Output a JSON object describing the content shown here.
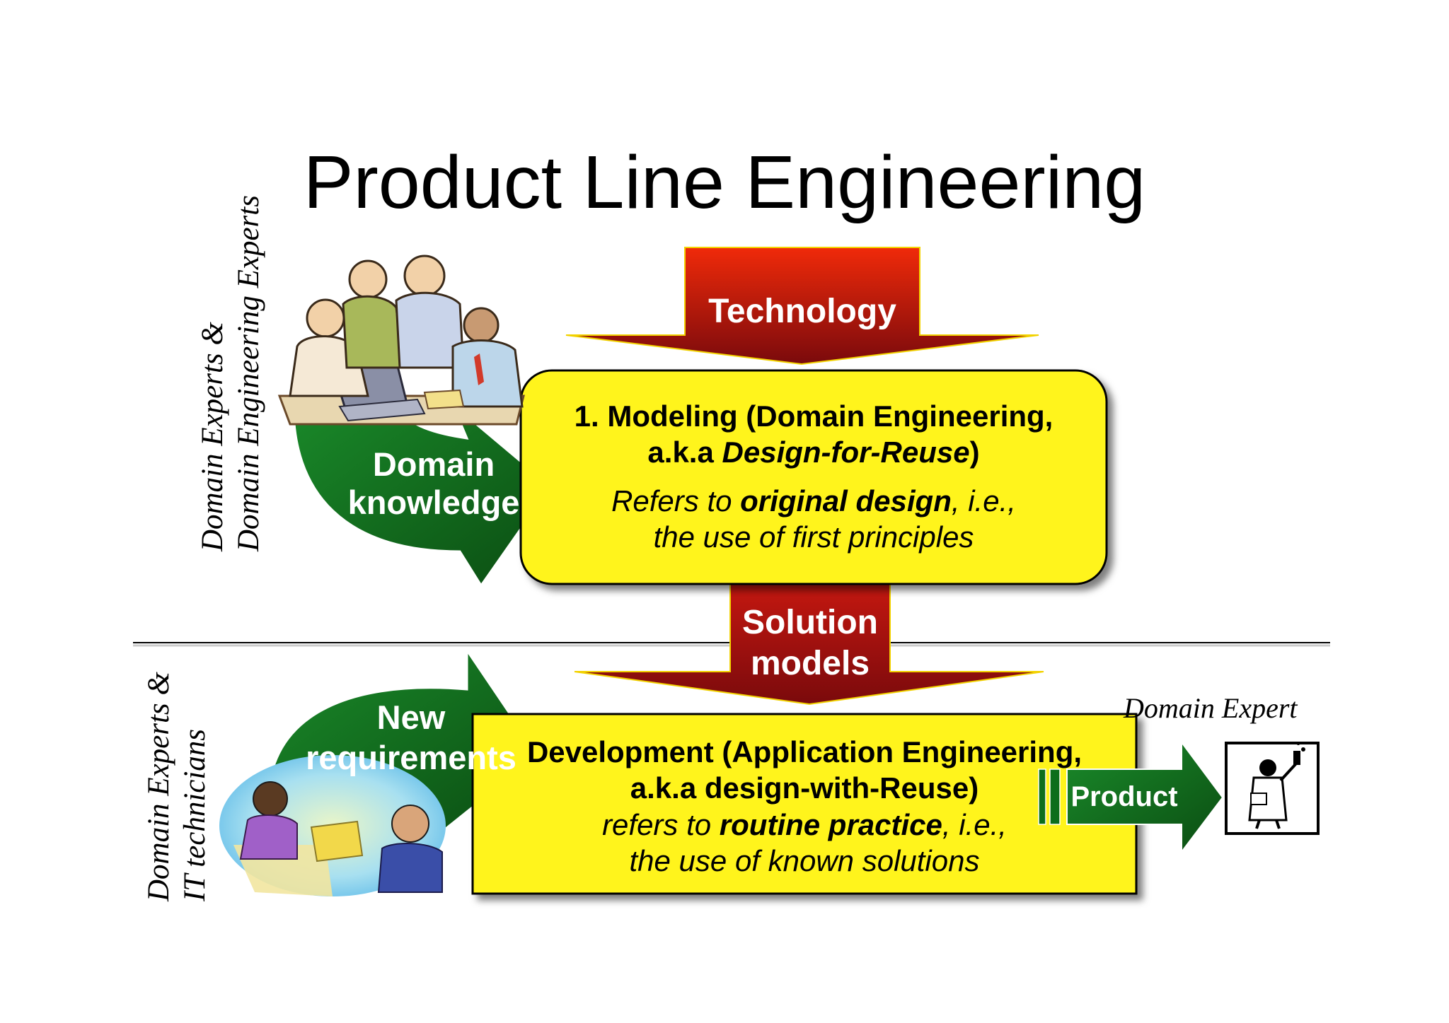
{
  "title": "Product Line Engineering",
  "technology_label": "Technology",
  "domain_knowledge": {
    "line1": "Domain",
    "line2": "knowledge"
  },
  "modeling_box": {
    "heading_line1": "1. Modeling (Domain Engineering,",
    "heading_line2_prefix": "a.k.a ",
    "heading_line2_emph": "Design-for-Reuse",
    "heading_line2_suffix": ")",
    "desc_line1_prefix": "Refers to ",
    "desc_line1_emph": "original design",
    "desc_line1_suffix": ", i.e.,",
    "desc_line2": "the use of first principles"
  },
  "solution_models": {
    "line1": "Solution",
    "line2": "models"
  },
  "new_requirements": {
    "line1": "New",
    "line2": "requirements"
  },
  "development_box": {
    "heading_line1": "Development (Application Engineering,",
    "heading_line2": "a.k.a design-with-Reuse)",
    "desc_line1_prefix": "refers to ",
    "desc_line1_emph": "routine practice",
    "desc_line1_suffix": ", i.e.,",
    "desc_line2": "the use of known solutions"
  },
  "product_label": "Product",
  "domain_expert_label": "Domain Expert",
  "side_labels": {
    "top_line1": "Domain Experts &",
    "top_line2": "Domain Engineering Experts",
    "bottom_line1": "Domain Experts &",
    "bottom_line2": "IT technicians"
  },
  "icons": [
    "team-meeting-clipart-icon",
    "handshake-clipart-icon",
    "scientist-icon"
  ],
  "colors": {
    "box_yellow": "#fff41a",
    "arrow_red_top": "#ee2a0c",
    "arrow_red_bottom": "#7a0a0c",
    "arrow_green": "#0c6e1c",
    "arrow_green_dark": "#0b4d12"
  }
}
